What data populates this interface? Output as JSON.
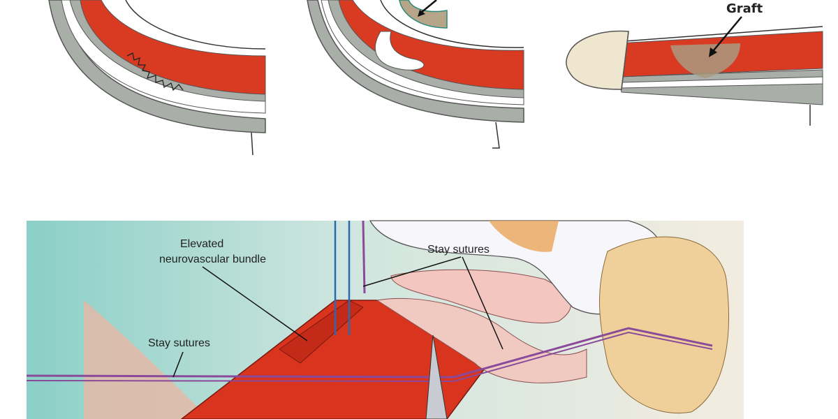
{
  "panels": {
    "top_right": {
      "graft_label": "Graft"
    },
    "bottom": {
      "label_bundle_line1": "Elevated",
      "label_bundle_line2": "neurovascular bundle",
      "label_stay_sutures_right": "Stay sutures",
      "label_stay_sutures_left": "Stay sutures"
    }
  },
  "colors": {
    "tissue_red": "#d93a22",
    "sheath_gray": "#a9aea8",
    "background_teal": "#7fc3bd",
    "suture_purple": "#8a4a9a",
    "suture_blue": "#2a6ab0"
  }
}
